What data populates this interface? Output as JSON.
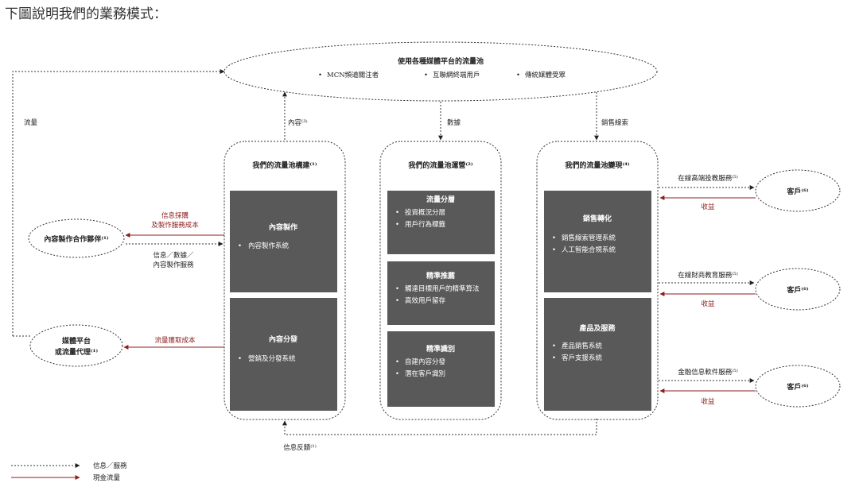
{
  "heading": "下圖說明我們的業務模式：",
  "pool": {
    "title": "使用各種媒體平台的流量池",
    "items": [
      "MCN頻道關注者",
      "互聯網終端用戶",
      "傳統媒體受眾"
    ]
  },
  "connectors": {
    "content": "內容⁽³⁾",
    "data": "數據",
    "sales_leads": "銷售線索",
    "traffic": "流量",
    "feedback": "信息反饋⁽¹⁾"
  },
  "columns": {
    "build": {
      "title": "我們的流量池構建⁽¹⁾",
      "blocks": [
        {
          "title": "內容製作",
          "items": [
            "內容製作系統"
          ]
        },
        {
          "title": "內容分發",
          "items": [
            "營銷及分發系統"
          ]
        }
      ]
    },
    "operate": {
      "title": "我們的流量池運營⁽²⁾",
      "blocks": [
        {
          "title": "流量分層",
          "items": [
            "投資概況分層",
            "用戶行為標籤"
          ]
        },
        {
          "title": "精準推薦",
          "items": [
            "觸達目標用戶的精準算法",
            "高效用戶留存"
          ]
        },
        {
          "title": "精準識別",
          "items": [
            "自建內容分發",
            "潛在客戶識別"
          ]
        }
      ]
    },
    "monetize": {
      "title": "我們的流量池變現⁽⁴⁾",
      "blocks": [
        {
          "title": "銷售轉化",
          "items": [
            "銷售線索管理系統",
            "人工智能合規系統"
          ]
        },
        {
          "title": "產品及服務",
          "items": [
            "產品銷售系統",
            "客戶支援系統"
          ]
        }
      ]
    }
  },
  "left": {
    "partner": "內容製作合作夥伴⁽¹⁾",
    "partner_red_1": "信息採購",
    "partner_red_2": "及製作服務成本",
    "partner_black_1": "信息／數據／",
    "partner_black_2": "內容製作服務",
    "media_1": "媒體平台",
    "media_2": "或流量代理⁽¹⁾",
    "media_red": "流量獲取成本"
  },
  "right": {
    "customer": "客戶⁽⁶⁾",
    "services": [
      "在線高端投教服務⁽⁵⁾",
      "在線財商教育服務⁽⁵⁾",
      "金融信息軟件服務⁽⁵⁾"
    ],
    "revenue": "收益"
  },
  "legend": {
    "info": "信息／服務",
    "cash": "現金流量"
  },
  "colors": {
    "dark_block": "#595959",
    "red_arrow": "#8c1d1d",
    "dotted": "#333333"
  }
}
